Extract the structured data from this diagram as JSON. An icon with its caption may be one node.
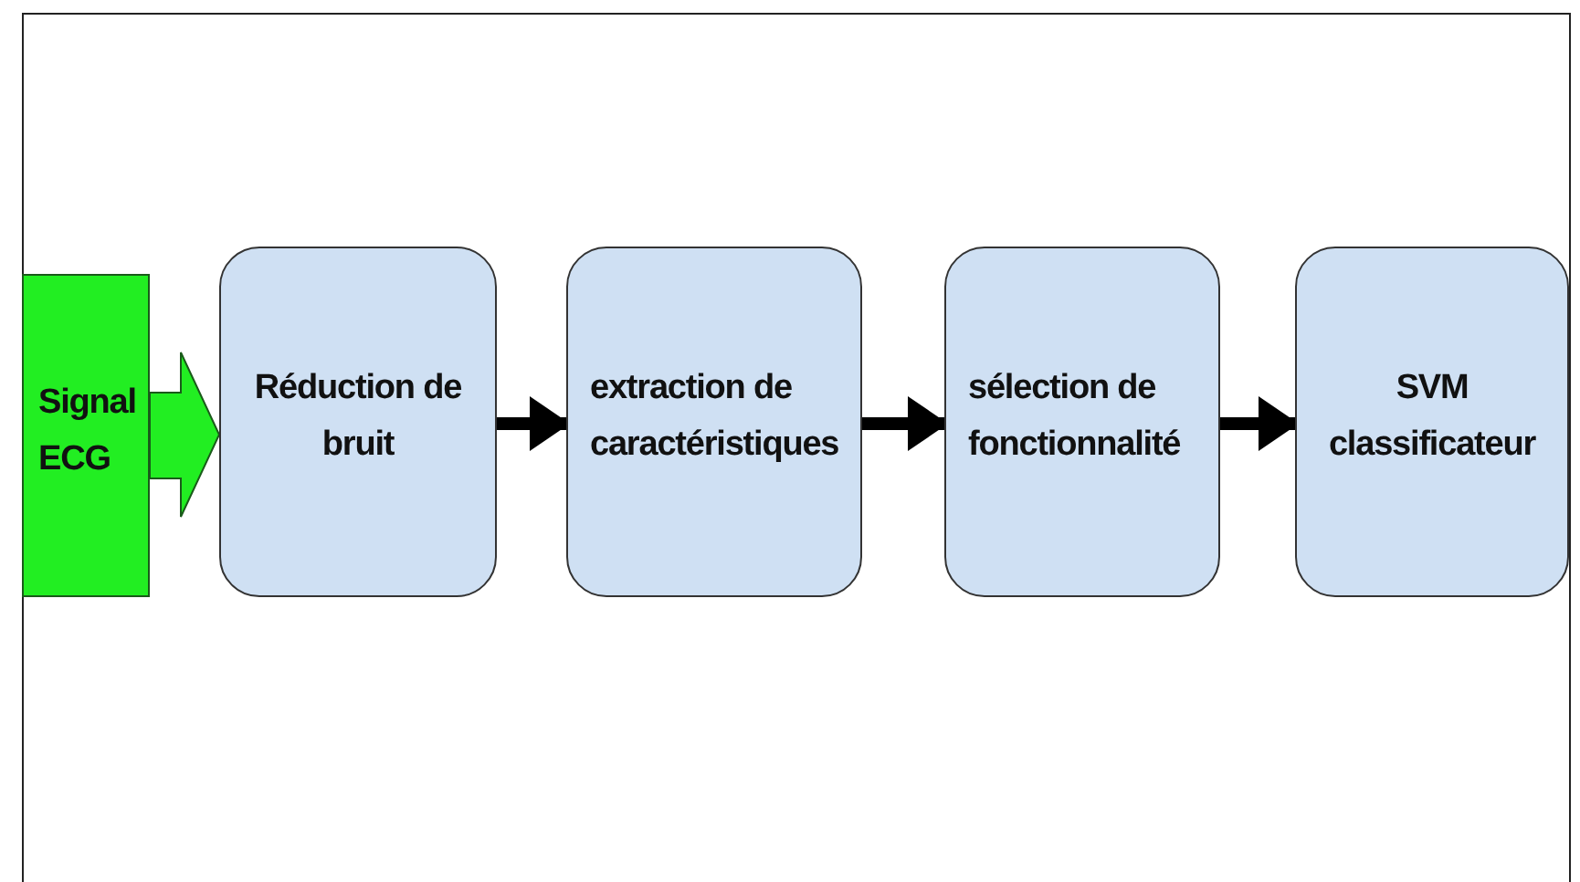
{
  "diagram": {
    "nodes": [
      {
        "text": [
          "Signal ECG"
        ]
      },
      {
        "text": [
          "Réduction de bruit"
        ]
      },
      {
        "text": [
          "extraction de caractéristiques"
        ]
      },
      {
        "text": [
          "sélection de fonctionnalité"
        ]
      },
      {
        "text": [
          "SVM classificateur"
        ]
      }
    ],
    "edges": [
      {
        "from": 0,
        "to": 1,
        "arrow": "to",
        "style": "thick",
        "color": "#22ee22"
      },
      {
        "from": 1,
        "to": 2,
        "arrow": "to"
      },
      {
        "from": 2,
        "to": 3,
        "arrow": "to"
      },
      {
        "from": 3,
        "to": 4,
        "arrow": "to"
      }
    ]
  }
}
